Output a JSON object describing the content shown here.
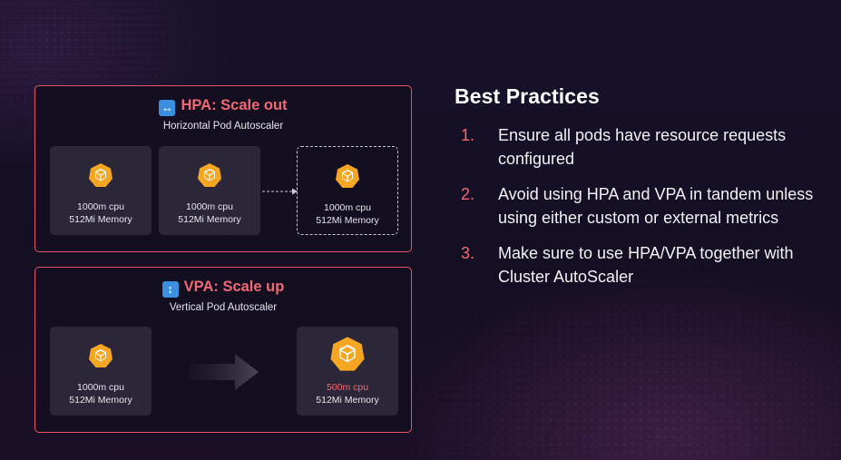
{
  "hpa": {
    "icon": "left-right-arrow-icon",
    "title": "HPA: Scale out",
    "subtitle": "Horizontal Pod Autoscaler",
    "pods": [
      {
        "cpu": "1000m cpu",
        "memory": "512Mi Memory"
      },
      {
        "cpu": "1000m cpu",
        "memory": "512Mi Memory"
      },
      {
        "cpu": "1000m cpu",
        "memory": "512Mi Memory"
      }
    ]
  },
  "vpa": {
    "icon": "up-down-arrow-icon",
    "title": "VPA: Scale up",
    "subtitle": "Vertical Pod Autoscaler",
    "pods": [
      {
        "cpu": "1000m cpu",
        "memory": "512Mi Memory"
      },
      {
        "cpu": "500m cpu",
        "memory": "512Mi Memory"
      }
    ]
  },
  "best_practices": {
    "title": "Best Practices",
    "items": [
      {
        "number": "1.",
        "text": "Ensure all pods have resource requests configured"
      },
      {
        "number": "2.",
        "text": "Avoid using HPA and VPA in tandem unless using either custom or external metrics"
      },
      {
        "number": "3.",
        "text": "Make sure to use HPA/VPA together with Cluster AutoScaler"
      }
    ]
  },
  "colors": {
    "accent": "#f06a75",
    "panel_border": "#e4566a",
    "pod_icon": "#f5a623",
    "card_bg": "#2b2638"
  }
}
